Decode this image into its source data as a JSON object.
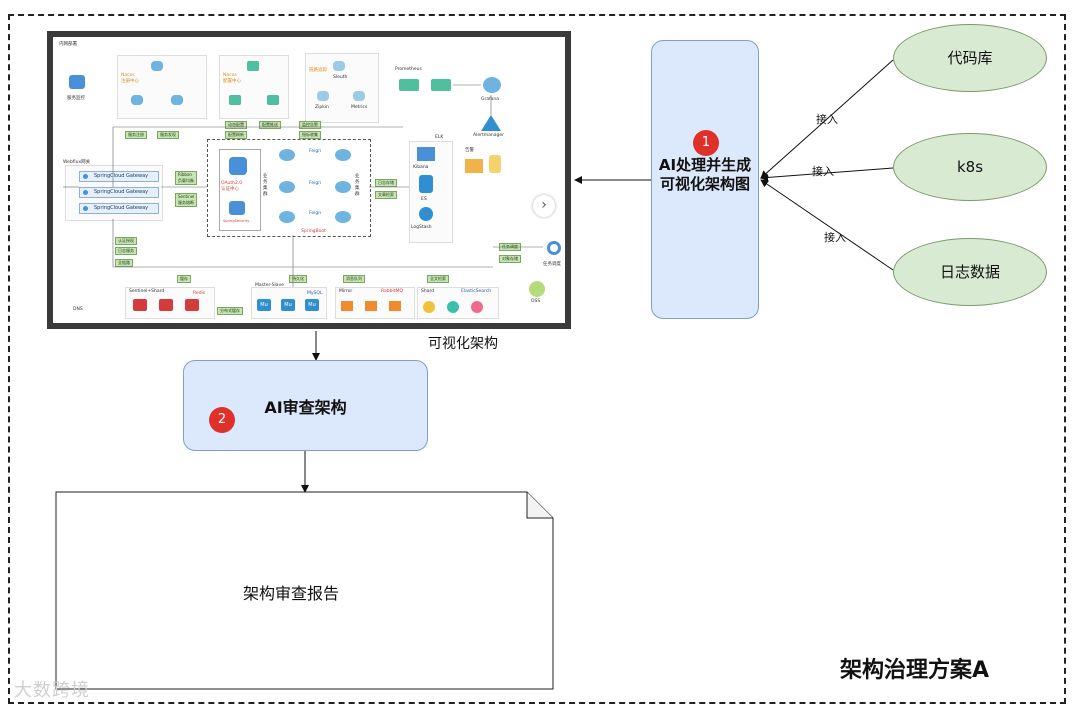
{
  "title": "架构治理方案A",
  "screenshot": {
    "caption": "可视化架构",
    "header": "内网部署",
    "dns_label": "DNS",
    "nodes": {
      "monitor": "服务监控",
      "nacos1": "Nacos\n注册中心",
      "nacos2": "Nacos\n配置中心",
      "sleuth": "Sleuth",
      "zipkin": "Zipkin",
      "metrics": "Metrics",
      "link_trace": "链路追踪",
      "prometheus": "Prometheus",
      "grafana": "Grafana",
      "alertmanager": "Alertmanager",
      "alert": "告警",
      "webflux": "Webflux网关",
      "gateways": [
        "SpringCloud Gateway",
        "SpringCloud Gateway",
        "SpringCloud Gateway"
      ],
      "ribbon": "Ribbon\n负载均衡",
      "sentinel": "Sentinel\n服务熔断",
      "oauth": "OAuth2.0\n认证中心",
      "springsecurity": "SpringSecurity",
      "biz_cluster_a": "业务集群",
      "biz_cluster_b": "业务集群",
      "feign": [
        "Feign",
        "Feign",
        "Feign"
      ],
      "springboot": "SpringBoot",
      "elk": "ELK",
      "kibana": "Kibana",
      "es": "ES",
      "logstash": "LogStash",
      "log_collect": "日志存储",
      "doc_search": "文章检索",
      "task_dispatch": "任务调度",
      "task_schedule": "任务调度",
      "object_store": "对象存储",
      "oss": "OSS",
      "sentinel_shard": "Sentinel+Shard",
      "redis": "Redis",
      "cache": "缓存",
      "dist_cache": "分布式缓存",
      "master_slave": "Master-Slave",
      "mysql": "MySQL",
      "persist": "持久化",
      "mirror": "Mirror",
      "rabbitmq": "RabbitMQ",
      "mq": "消息队列",
      "shard": "Shard",
      "elasticsearch": "ElasticSearch",
      "fulltext": "全文检索",
      "tags_top": [
        "服务注册",
        "服务发现",
        "动态配置",
        "配置推送",
        "配置刷新",
        "监控告警",
        "指标收集",
        "链路追踪"
      ],
      "tags_left": [
        "认证授权",
        "日志服务",
        "全链路",
        "限流"
      ]
    }
  },
  "step1": {
    "badge": "1",
    "label": "AI处理并生成\n可视化架构图"
  },
  "step2": {
    "badge": "2",
    "label": "AI审查架构"
  },
  "sources": [
    "代码库",
    "k8s",
    "日志数据"
  ],
  "edge_label": "接入",
  "report": "架构审查报告",
  "watermark": "大数跨境"
}
